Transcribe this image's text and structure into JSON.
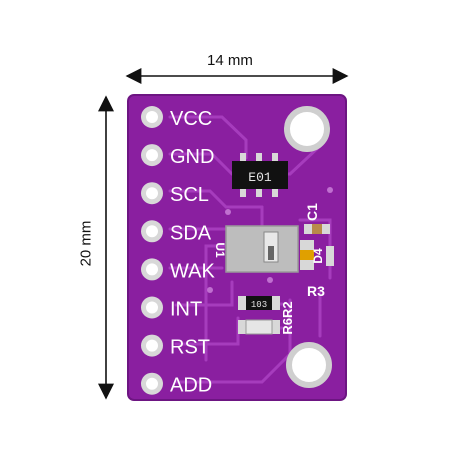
{
  "dimensions": {
    "width_label": "14 mm",
    "height_label": "20 mm"
  },
  "board": {
    "pins": [
      "VCC",
      "GND",
      "SCL",
      "SDA",
      "WAK",
      "INT",
      "RST",
      "ADD"
    ],
    "labels": {
      "c1": "C1",
      "d4": "D4",
      "r3": "R3",
      "r6r2": "R6R2",
      "u1": "U1",
      "ic_marking": "E01",
      "resistor_marking": "103"
    },
    "colors": {
      "pcb": "#8a1fa0",
      "pcb_dark": "#6d1582",
      "trace": "#a63cbd",
      "silkscreen": "#ffffff",
      "pad": "#d8d8d8",
      "hole": "#ffffff"
    }
  }
}
